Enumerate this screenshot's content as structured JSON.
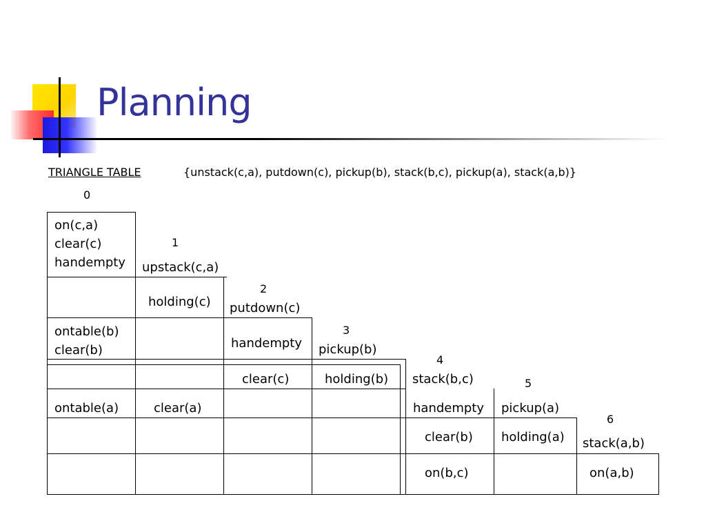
{
  "title": "Planning",
  "triangle_label": "TRIANGLE TABLE",
  "plan_sequence": "{unstack(c,a), putdown(c), pickup(b), stack(b,c), pickup(a), stack(a,b)}",
  "step_numbers": [
    "0",
    "1",
    "2",
    "3",
    "4",
    "5",
    "6"
  ],
  "actions": [
    "upstack(c,a)",
    "putdown(c)",
    "pickup(b)",
    "stack(b,c)",
    "pickup(a)",
    "stack(a,b)"
  ],
  "cells": {
    "r0c0": [
      "on(c,a)",
      "clear(c)",
      "handempty"
    ],
    "r1c1": "holding(c)",
    "r2c0": [
      "ontable(b)",
      "clear(b)"
    ],
    "r2c2": "handempty",
    "r3c2": "clear(c)",
    "r3c3": "holding(b)",
    "r4c0": "ontable(a)",
    "r4c1": "clear(a)",
    "r4c4": "handempty",
    "r5c4": "clear(b)",
    "r5c5": "holding(a)",
    "r6c4": "on(b,c)",
    "r6c6": "on(a,b)"
  },
  "colors": {
    "title": "#333399",
    "logo_yellow": "#ffd400",
    "logo_red": "#ff2a2a",
    "logo_blue": "#3333ff"
  }
}
